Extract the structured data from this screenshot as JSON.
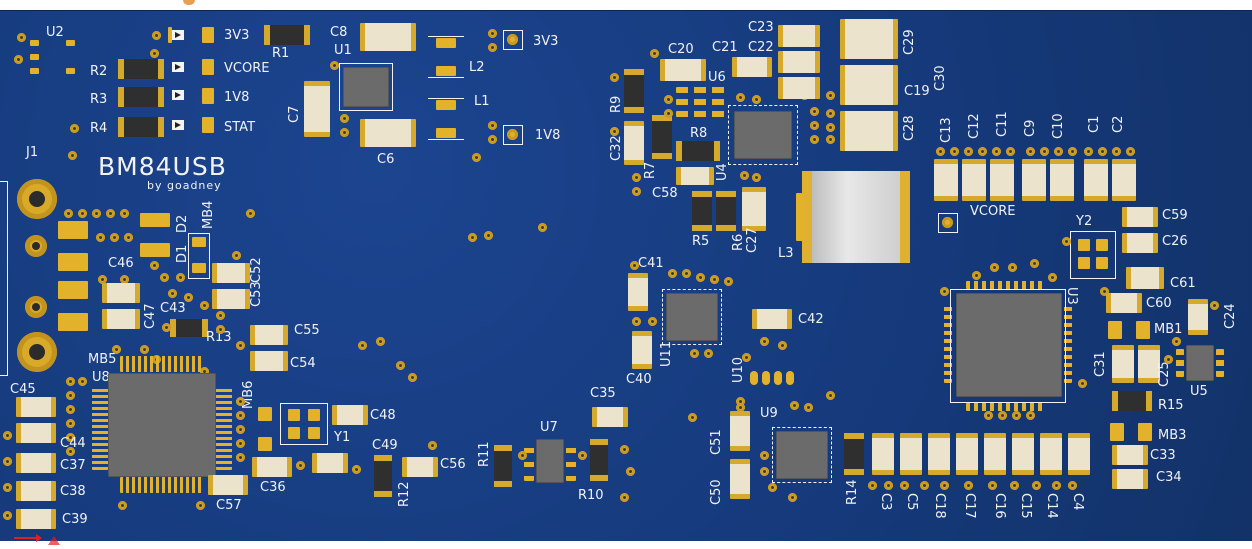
{
  "board": {
    "title": "BM84USB",
    "subtitle": "by goadney",
    "colors": {
      "mask": "#15397a",
      "copper": "#e2b22a",
      "silk": "#f2f2f2"
    }
  },
  "labels": {
    "u2": "U2",
    "r1": "R1",
    "c8": "C8",
    "u1": "U1",
    "l2": "L2",
    "l1": "L1",
    "tp_3v3": "3V3",
    "tp_1v8": "1V8",
    "led_3v3": "3V3",
    "led_vcore": "VCORE",
    "led_1v8": "1V8",
    "led_stat": "STAT",
    "r2": "R2",
    "r3": "R3",
    "r4": "R4",
    "c7": "C7",
    "c6": "C6",
    "j1": "J1",
    "c20": "C20",
    "c21": "C21",
    "c22": "C22",
    "c23": "C23",
    "c29": "C29",
    "c30": "C30",
    "c19": "C19",
    "c28": "C28",
    "u6": "U6",
    "r8": "R8",
    "r9": "R9",
    "c32": "C32",
    "r7": "R7",
    "u4": "U4",
    "c58": "C58",
    "r5": "R5",
    "r6": "R6",
    "c27": "C27",
    "l3": "L3",
    "c13": "C13",
    "c12": "C12",
    "c11": "C11",
    "c9": "C9",
    "c10": "C10",
    "c1": "C1",
    "c2": "C2",
    "tp_vcore": "VCORE",
    "y2": "Y2",
    "c59": "C59",
    "c26": "C26",
    "c61": "C61",
    "u3": "U3",
    "c60": "C60",
    "c24": "C24",
    "mb1": "MB1",
    "c31": "C31",
    "c25": "C25",
    "u5": "U5",
    "r15": "R15",
    "mb3": "MB3",
    "c33": "C33",
    "c34": "C34",
    "d2": "D2",
    "d1": "D1",
    "mb4": "MB4",
    "c46": "C46",
    "c52": "C52",
    "c53": "C53",
    "c47": "C47",
    "c43": "C43",
    "r13": "R13",
    "c55": "C55",
    "c54": "C54",
    "mb5": "MB5",
    "u8": "U8",
    "c45": "C45",
    "mb6": "MB6",
    "c44": "C44",
    "c37": "C37",
    "c38": "C38",
    "c39": "C39",
    "c48": "C48",
    "y1": "Y1",
    "c36": "C36",
    "c57": "C57",
    "c49": "C49",
    "r12": "R12",
    "c56": "C56",
    "r11": "R11",
    "u7": "U7",
    "c35": "C35",
    "r10": "R10",
    "c41": "C41",
    "u11": "U11",
    "c40": "C40",
    "c42": "C42",
    "u10": "U10",
    "u9": "U9",
    "c51": "C51",
    "c50": "C50",
    "r14": "R14",
    "c3": "C3",
    "c5": "C5",
    "c18": "C18",
    "c17": "C17",
    "c16": "C16",
    "c15": "C15",
    "c14": "C14",
    "c4": "C4"
  }
}
